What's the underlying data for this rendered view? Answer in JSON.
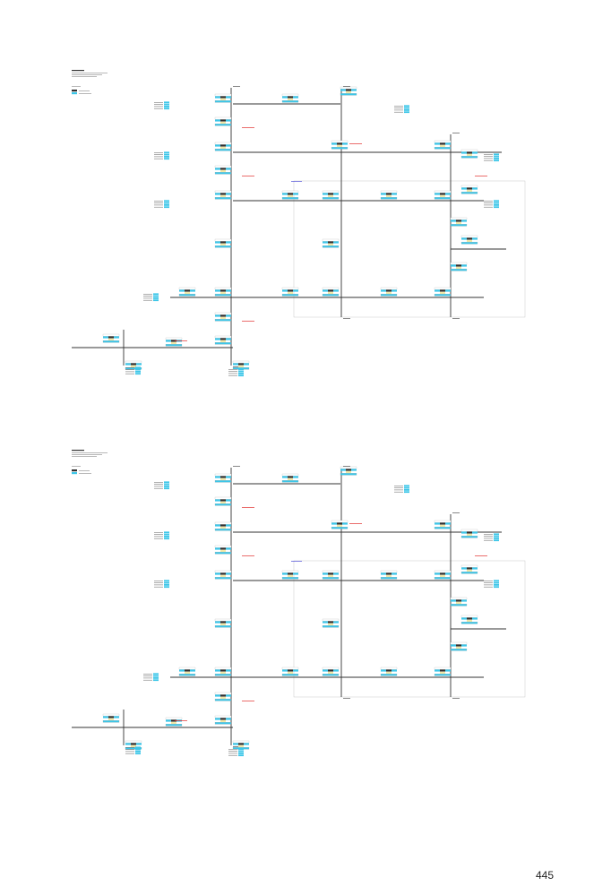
{
  "page": {
    "page_number": "445"
  },
  "diagrams": [
    {
      "name": "upper-network-diagram"
    },
    {
      "name": "lower-network-diagram"
    }
  ],
  "colors": {
    "line": "#333333",
    "cell_cyan": "#3cc6e8",
    "cell_dark": "#2f2f2f",
    "cell_yellow": "#f2e7a6",
    "cell_white": "#ffffff",
    "annotation_red": "#e0302f",
    "annotation_blue": "#4a4ad6",
    "boundary": "#bbbbbb"
  }
}
